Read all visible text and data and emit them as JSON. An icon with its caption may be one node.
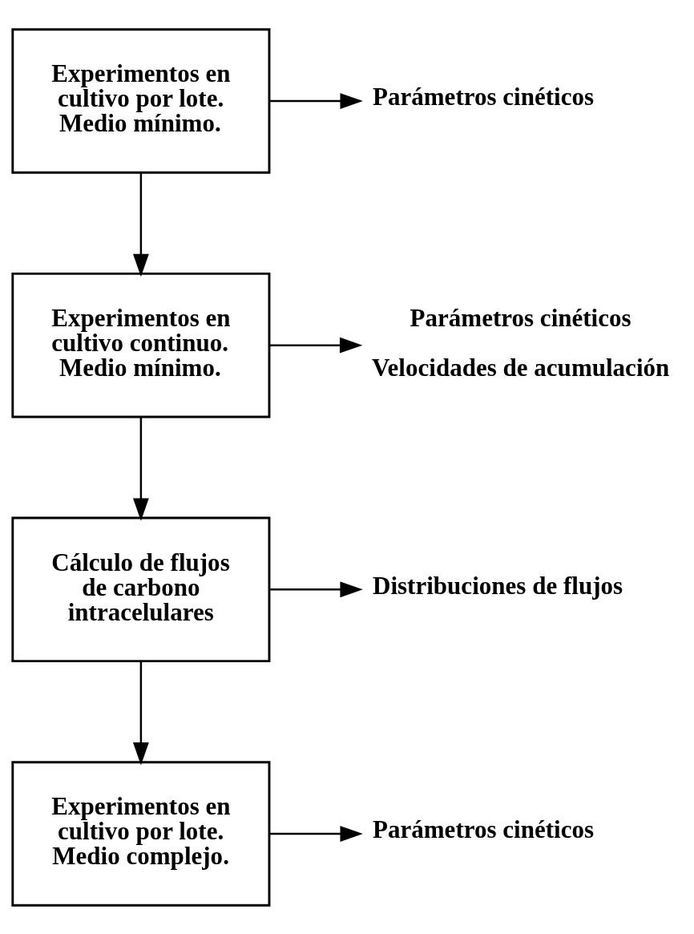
{
  "diagram": {
    "nodes": [
      {
        "text": [
          "Experimentos en cultivo por lote. Medio mínimo."
        ]
      },
      {
        "text": [
          "Parámetros cinéticos"
        ]
      },
      {
        "text": [
          "Experimentos en cultivo continuo. Medio mínimo."
        ]
      },
      {
        "text": [
          "Parámetros cinéticos",
          "Velocidades de acumulación"
        ]
      },
      {
        "text": [
          "Cálculo de flujos de carbono intracelulares"
        ]
      },
      {
        "text": [
          "Distribuciones de flujos"
        ]
      },
      {
        "text": [
          "Experimentos en cultivo por lote. Medio complejo."
        ]
      },
      {
        "text": [
          "Parámetros cinéticos"
        ]
      }
    ],
    "edges": [
      {
        "from": 0,
        "to": 1,
        "arrow": "to"
      },
      {
        "from": 0,
        "to": 2,
        "arrow": "to"
      },
      {
        "from": 2,
        "to": 3,
        "arrow": "to"
      },
      {
        "from": 2,
        "to": 4,
        "arrow": "to"
      },
      {
        "from": 4,
        "to": 5,
        "arrow": "to"
      },
      {
        "from": 4,
        "to": 6,
        "arrow": "to"
      },
      {
        "from": 6,
        "to": 7,
        "arrow": "to"
      }
    ]
  }
}
